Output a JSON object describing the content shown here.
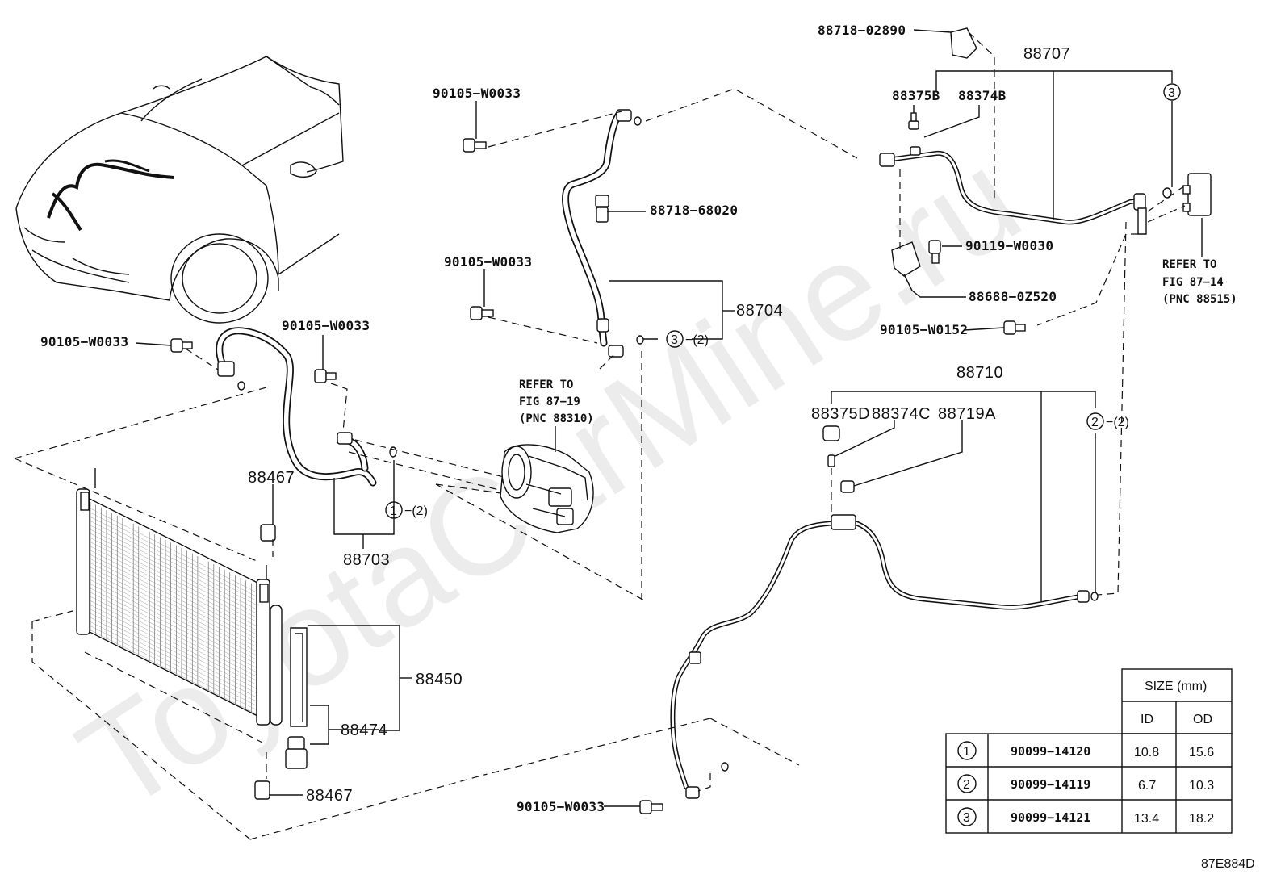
{
  "watermark": "ToyotaCarMine.ru",
  "diagram_id": "87E884D",
  "labels": {
    "p_88718_02890": "88718−02890",
    "p_88707": "88707",
    "p_88375B": "88375B",
    "p_88374B": "88374B",
    "p_90105_w0033_a": "90105−W0033",
    "p_88718_68020": "88718−68020",
    "p_90105_w0033_b": "90105−W0033",
    "p_88704": "88704",
    "p_90105_w0033_c": "90105−W0033",
    "p_90105_w0033_d": "90105−W0033",
    "p_90119_w0030": "90119−W0030",
    "p_88688_0z520": "88688−0Z520",
    "p_90105_w0152": "90105−W0152",
    "p_88710": "88710",
    "p_88375D": "88375D",
    "p_88374C": "88374C",
    "p_88719A": "88719A",
    "p_88467_a": "88467",
    "p_88703": "88703",
    "p_88450": "88450",
    "p_88474": "88474",
    "p_88467_b": "88467",
    "p_90105_w0033_e": "90105−W0033"
  },
  "callouts": {
    "c3_top": "3",
    "c3_mid": "3",
    "c3_mid_qty": "−(2)",
    "c1": "1",
    "c1_qty": "−(2)",
    "c2": "2",
    "c2_qty": "−(2)"
  },
  "references": {
    "ref_fig_87_14": {
      "line1": "REFER TO",
      "line2": "FIG 87−14",
      "line3": "(PNC 88515)"
    },
    "ref_fig_87_19": {
      "line1": "REFER TO",
      "line2": "FIG 87−19",
      "line3": "(PNC 88310)"
    }
  },
  "size_table": {
    "header": "SIZE (mm)",
    "col_id": "ID",
    "col_od": "OD",
    "rows": [
      {
        "key": "1",
        "part": "90099−14120",
        "id": "10.8",
        "od": "15.6"
      },
      {
        "key": "2",
        "part": "90099−14119",
        "id": "6.7",
        "od": "10.3"
      },
      {
        "key": "3",
        "part": "90099−14121",
        "id": "13.4",
        "od": "18.2"
      }
    ]
  }
}
